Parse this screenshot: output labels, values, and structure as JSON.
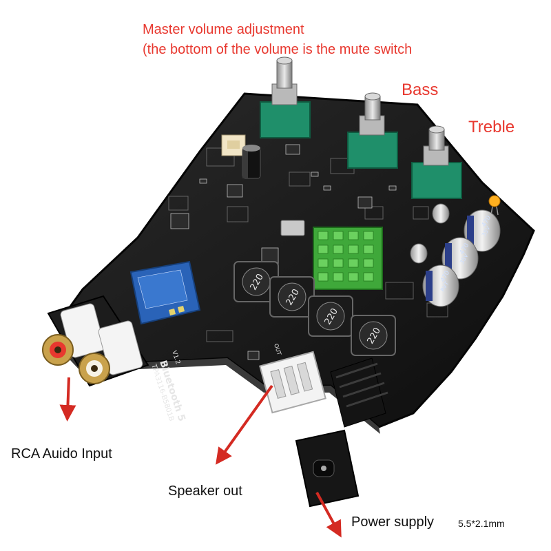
{
  "annotations": {
    "master_volume_line1": "Master volume adjustment",
    "master_volume_line2": "(the bottom of the volume is the mute switch",
    "bass": "Bass",
    "treble": "Treble",
    "rca_input": "RCA Auido Input",
    "speaker_out": "Speaker out",
    "power_supply": "Power supply",
    "power_spec": "5.5*2.1mm"
  },
  "board_silkscreen": {
    "brand": "Bluetooth 5",
    "model": "TPA3116-B5801B",
    "version": "V1.2",
    "out_label": "OUT"
  },
  "inductor_label": "220",
  "capacitor_label": "470",
  "capacitor_voltage": "35V",
  "capacitor_series": "RVT",
  "colors": {
    "annotation_red": "#e8382f",
    "pcb_black": "#151515",
    "heatsink_green": "#3fa83a",
    "pot_green": "#1f8f6a",
    "bt_module_blue": "#2a63b8",
    "arrow_red": "#d42a22"
  }
}
